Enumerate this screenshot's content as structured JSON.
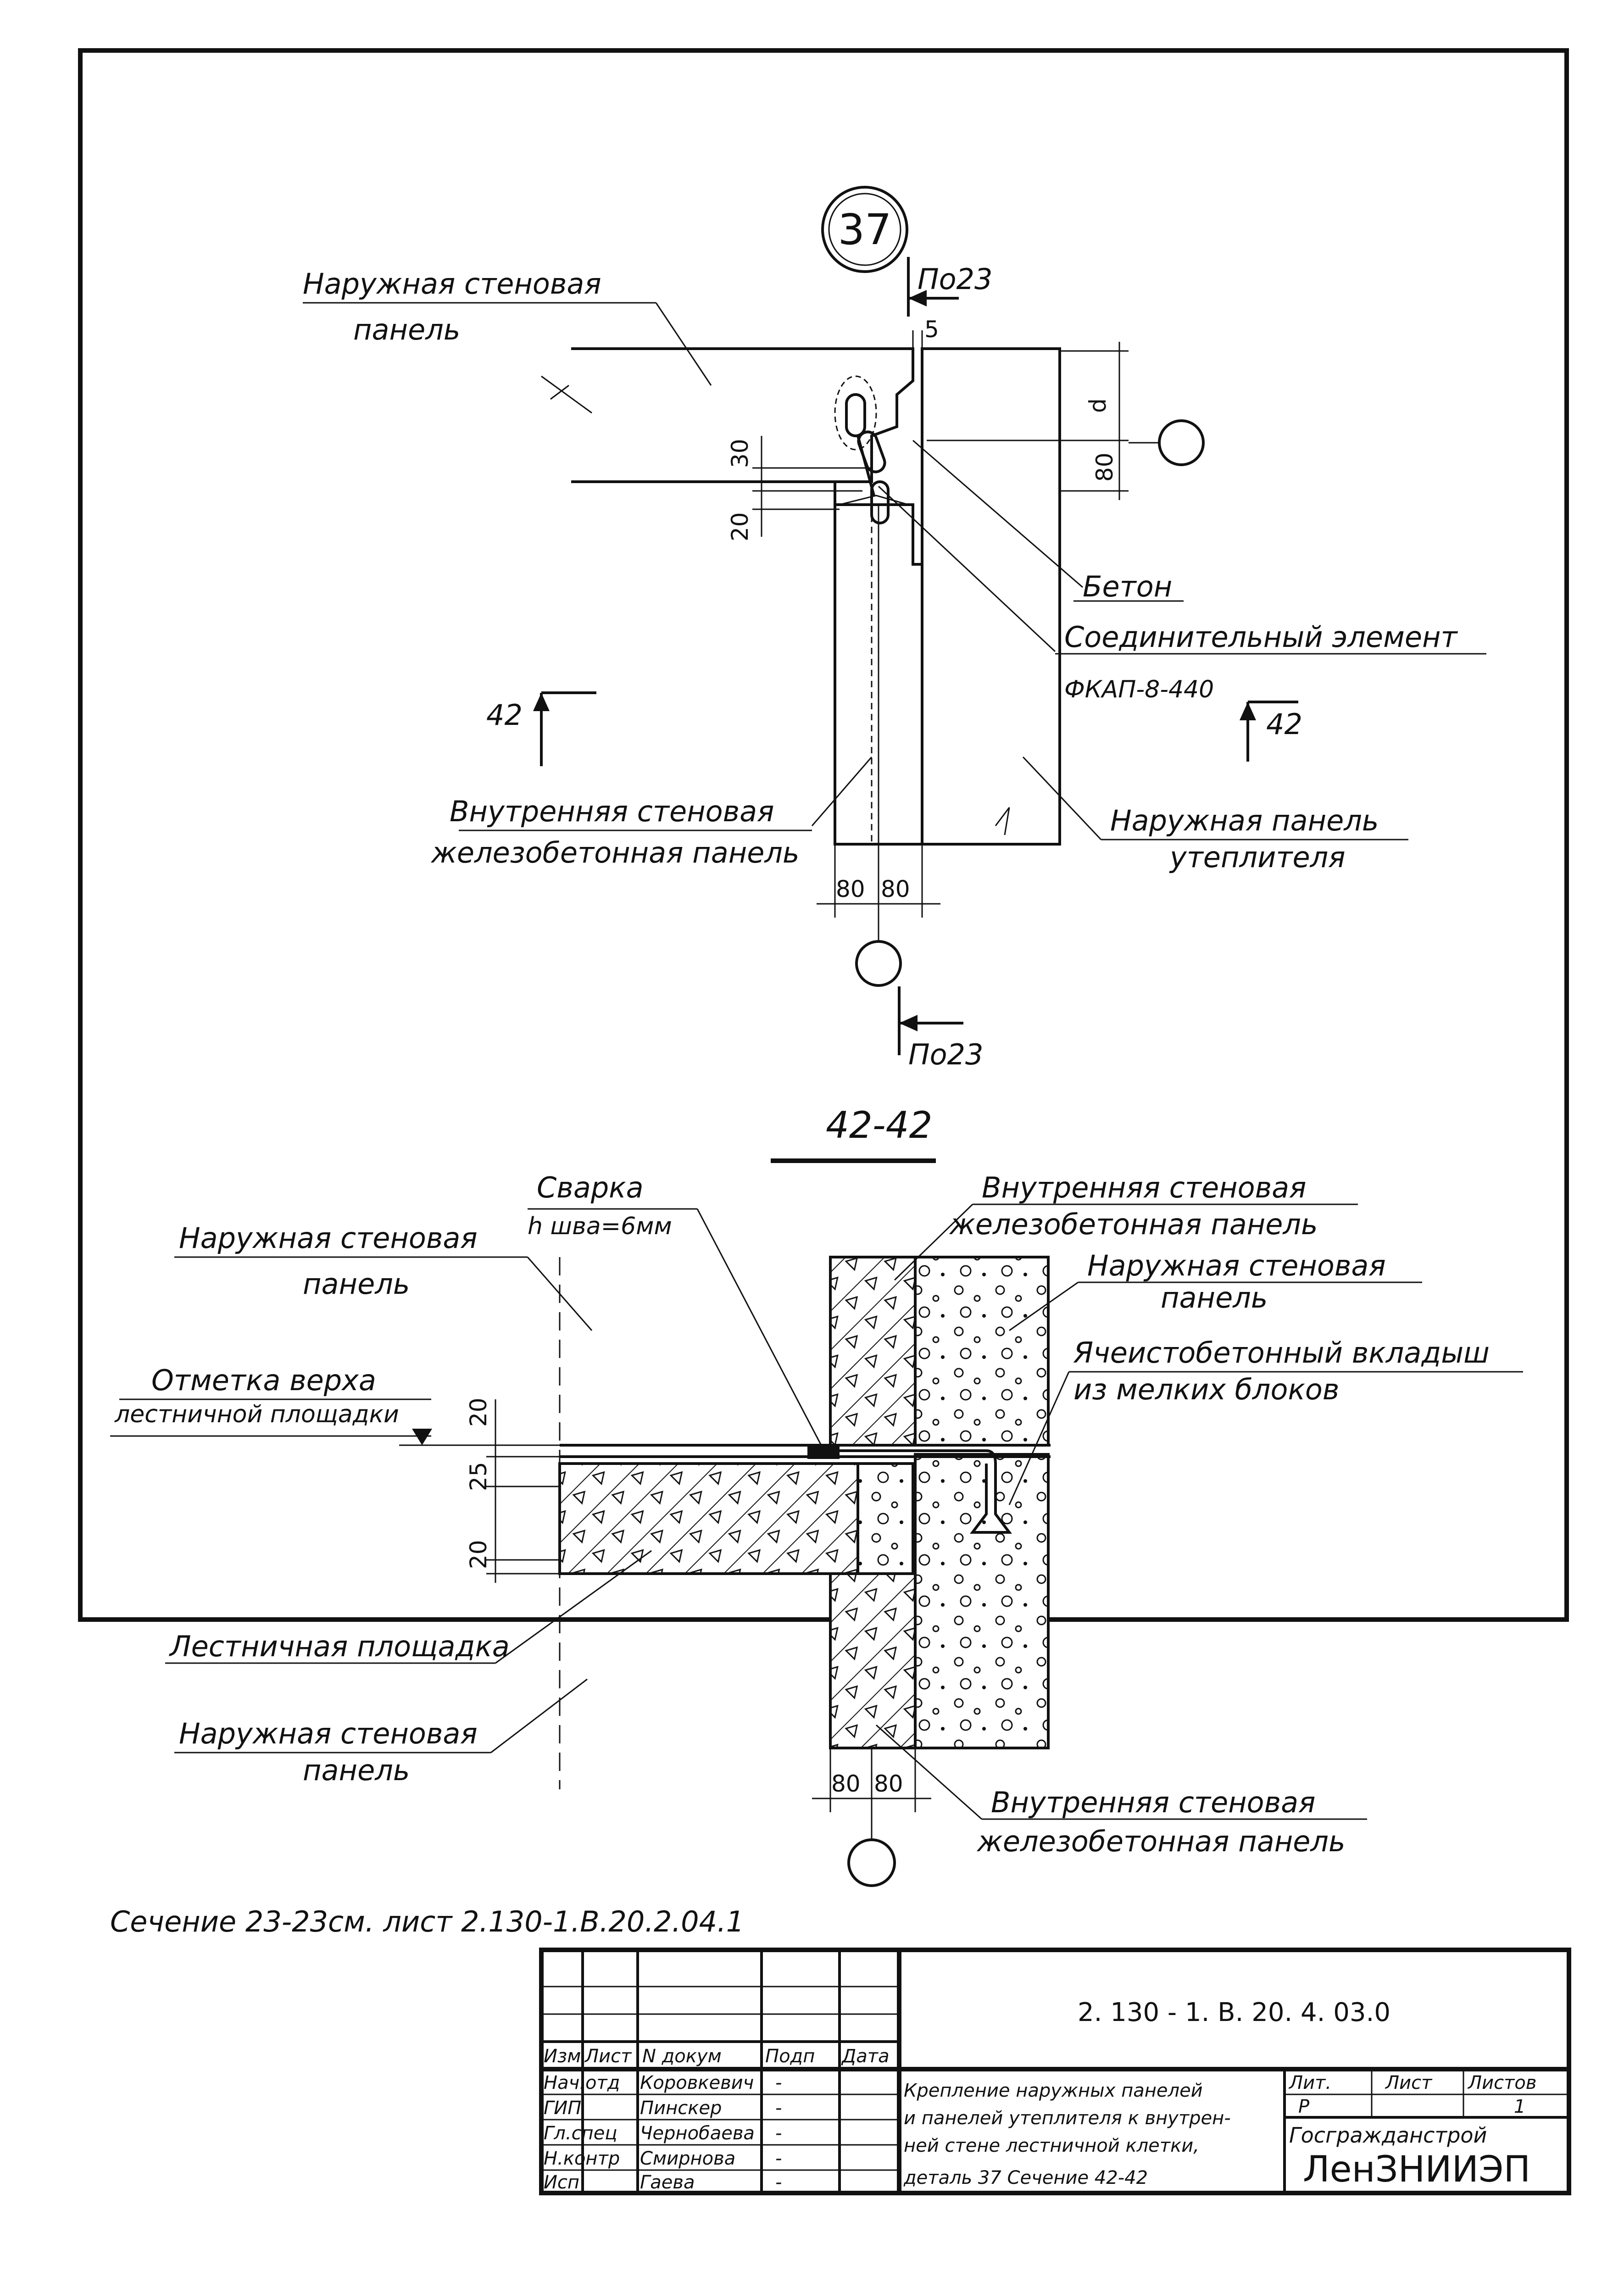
{
  "detail": {
    "number": "37",
    "section_top_ref": "По23",
    "section_bottom_ref": "По23",
    "cut_left": "42",
    "cut_right": "42",
    "gap": "5",
    "dim_d": "d",
    "dim_80_right": "80",
    "dim_30": "30",
    "dim_20": "20",
    "dim_80_a": "80",
    "dim_80_b": "80",
    "labels": {
      "outer_panel": "Наружная стеновая",
      "outer_panel_2": "панель",
      "concrete": "Бетон",
      "connector": "Соединительный элемент",
      "connector_spec": "ФКАП-8-440",
      "inner_panel": "Внутренняя стеновая",
      "inner_panel_2": "железобетонная панель",
      "insul_panel": "Наружная панель",
      "insul_panel_2": "утеплителя"
    }
  },
  "section": {
    "title": "42-42",
    "weld": "Сварка",
    "weld_spec": "h шва=6мм",
    "inner_top": "Внутренняя стеновая",
    "inner_top_2": "железобетонная панель",
    "outer_left": "Наружная стеновая",
    "outer_left_2": "панель",
    "outer_right": "Наружная стеновая",
    "outer_right_2": "панель",
    "cell_insert": "Ячеистобетонный вкладыш",
    "cell_insert_2": "из мелких блоков",
    "level": "Отметка верха",
    "level_2": "лестничной площадки",
    "landing": "Лестничная площадка",
    "outer_bottom": "Наружная стеновая",
    "outer_bottom_2": "панель",
    "inner_bottom": "Внутренняя стеновая",
    "inner_bottom_2": "железобетонная панель",
    "dim_20_top": "20",
    "dim_25": "25",
    "dim_20_bot": "20",
    "dim_80_a": "80",
    "dim_80_b": "80"
  },
  "note": "Сечение 23-23см. лист 2.130-1.В.20.2.04.1",
  "title_block": {
    "doc_code": "2. 130 - 1. В. 20. 4. 03.0",
    "headers": [
      "Изм",
      "Лист",
      "N докум",
      "Подп",
      "Дата"
    ],
    "rows": [
      {
        "role": "Нач.отд",
        "name": "Коровкевич",
        "sign": "-"
      },
      {
        "role": "ГИП",
        "name": "Пинскер",
        "sign": "-"
      },
      {
        "role": "Гл.спец",
        "name": "Чернобаева",
        "sign": "-"
      },
      {
        "role": "Н.контр",
        "name": "Смирнова",
        "sign": "-"
      },
      {
        "role": "Исп",
        "name": "Гаева",
        "sign": "-"
      }
    ],
    "description": [
      "Крепление наружных панелей",
      "и панелей утеплителя к внутрен-",
      "ней стене лестничной клетки,",
      "деталь 37 Сечение 42-42"
    ],
    "stage_label": "Лит.",
    "sheet_label": "Лист",
    "sheets_label": "Листов",
    "stage": "Р",
    "sheet": "1",
    "org_top": "Госгражданстрой",
    "org": "ЛенЗНИИЭП"
  }
}
